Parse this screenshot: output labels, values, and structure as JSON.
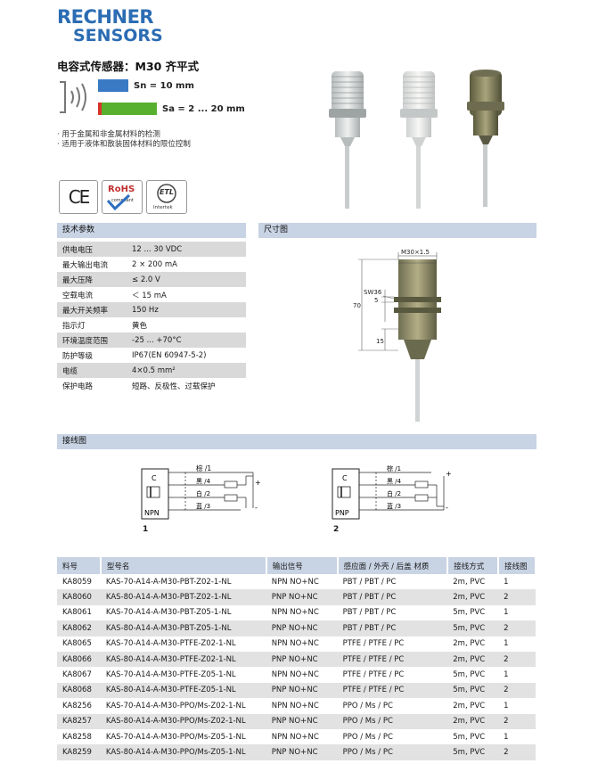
{
  "brand": {
    "line1": "RECHNER",
    "line2": "SENSORS"
  },
  "title": "电容式传感器：M30 齐平式",
  "sensing": {
    "sn_label": "Sn = 10 mm",
    "sa_label": "Sa = 2 ... 20 mm",
    "sn_color": "#3a7ac4",
    "sa_green": "#58b030",
    "sa_red": "#d8342a"
  },
  "bullets": [
    "· 用于金属和非金属材料的检测",
    "· 适用于液体和散装固体材料的限位控制"
  ],
  "certs": [
    {
      "name": "ce-mark-icon",
      "text": "CE"
    },
    {
      "name": "rohs-icon",
      "text": "RoHS",
      "sub": "compliant"
    },
    {
      "name": "etl-icon",
      "text": "ETL",
      "sub": "Intertek"
    }
  ],
  "sections": {
    "spec": "技术参数",
    "dim": "尺寸图",
    "wiring": "接线图"
  },
  "spec_rows": [
    {
      "k": "供电电压",
      "v": "12 ... 30 VDC"
    },
    {
      "k": "最大输出电流",
      "v": "2 × 200 mA"
    },
    {
      "k": "最大压降",
      "v": "≤ 2.0 V"
    },
    {
      "k": "空载电流",
      "v": "＜ 15 mA"
    },
    {
      "k": "最大开关频率",
      "v": "150 Hz"
    },
    {
      "k": "指示灯",
      "v": "黄色"
    },
    {
      "k": "环境温度范围",
      "v": "-25 ... +70°C"
    },
    {
      "k": "防护等级",
      "v": "IP67(EN 60947-5-2)"
    },
    {
      "k": "电缆",
      "v": "4×0.5 mm²"
    },
    {
      "k": "保护电路",
      "v": "短路、反极性、过载保护"
    }
  ],
  "dimension": {
    "thread": "M30×1.5",
    "wrench": "SW36",
    "length": "70",
    "nut": "5",
    "tip": "15"
  },
  "wiring": [
    {
      "id": "1",
      "type": "NPN",
      "c": "C",
      "wires": [
        "棕 /1",
        "黑 /4",
        "白 /2",
        "蓝 /3"
      ],
      "plus": "+",
      "minus": "-"
    },
    {
      "id": "2",
      "type": "PNP",
      "c": "C",
      "wires": [
        "棕 /1",
        "黑 /4",
        "白 /2",
        "蓝 /3"
      ],
      "plus": "+",
      "minus": "-"
    }
  ],
  "products": {
    "headers": [
      "料号",
      "型号名",
      "输出信号",
      "感应面 / 外壳 / 后盖 材质",
      "接线方式",
      "接线图"
    ],
    "rows": [
      [
        "KA8059",
        "KAS-70-A14-A-M30-PBT-Z02-1-NL",
        "NPN  NO+NC",
        "PBT / PBT / PC",
        "2m, PVC",
        "1"
      ],
      [
        "KA8060",
        "KAS-80-A14-A-M30-PBT-Z02-1-NL",
        "PNP  NO+NC",
        "PBT / PBT / PC",
        "2m, PVC",
        "2"
      ],
      [
        "KA8061",
        "KAS-70-A14-A-M30-PBT-Z05-1-NL",
        "NPN  NO+NC",
        "PBT / PBT / PC",
        "5m, PVC",
        "1"
      ],
      [
        "KA8062",
        "KAS-80-A14-A-M30-PBT-Z05-1-NL",
        "PNP  NO+NC",
        "PBT / PBT / PC",
        "5m, PVC",
        "2"
      ],
      [
        "KA8065",
        "KAS-70-A14-A-M30-PTFE-Z02-1-NL",
        "NPN  NO+NC",
        "PTFE / PTFE / PC",
        "2m, PVC",
        "1"
      ],
      [
        "KA8066",
        "KAS-80-A14-A-M30-PTFE-Z02-1-NL",
        "PNP  NO+NC",
        "PTFE / PTFE / PC",
        "2m, PVC",
        "2"
      ],
      [
        "KA8067",
        "KAS-70-A14-A-M30-PTFE-Z05-1-NL",
        "NPN  NO+NC",
        "PTFE / PTFE / PC",
        "5m, PVC",
        "1"
      ],
      [
        "KA8068",
        "KAS-80-A14-A-M30-PTFE-Z05-1-NL",
        "PNP  NO+NC",
        "PTFE / PTFE / PC",
        "5m, PVC",
        "2"
      ],
      [
        "KA8256",
        "KAS-70-A14-A-M30-PPO/Ms-Z02-1-NL",
        "NPN  NO+NC",
        "PPO / Ms / PC",
        "2m, PVC",
        "1"
      ],
      [
        "KA8257",
        "KAS-80-A14-A-M30-PPO/Ms-Z02-1-NL",
        "PNP  NO+NC",
        "PPO / Ms / PC",
        "2m, PVC",
        "2"
      ],
      [
        "KA8258",
        "KAS-70-A14-A-M30-PPO/Ms-Z05-1-NL",
        "NPN  NO+NC",
        "PPO / Ms / PC",
        "5m, PVC",
        "1"
      ],
      [
        "KA8259",
        "KAS-80-A14-A-M30-PPO/Ms-Z05-1-NL",
        "PNP  NO+NC",
        "PPO / Ms / PC",
        "5m, PVC",
        "2"
      ]
    ]
  }
}
